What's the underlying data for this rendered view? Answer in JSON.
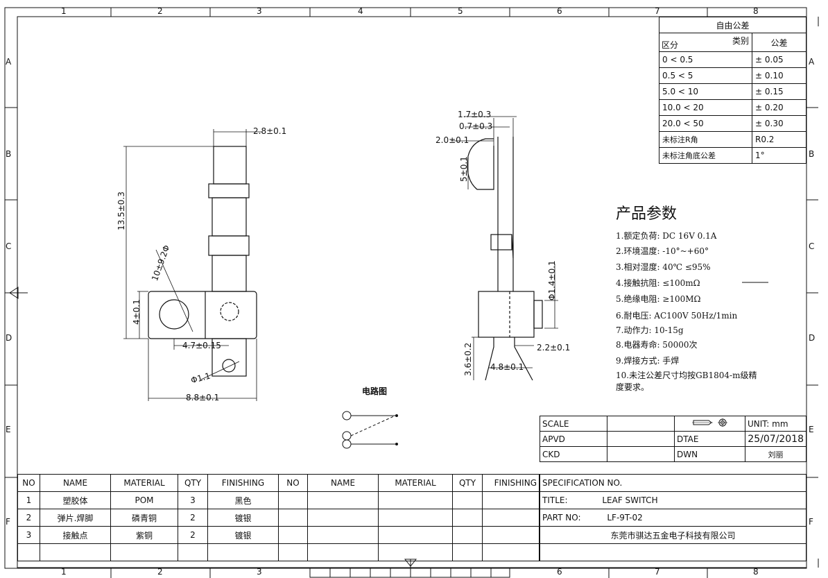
{
  "grid": {
    "cols_top": [
      "1",
      "2",
      "3",
      "4",
      "5",
      "6",
      "7",
      "8"
    ],
    "rows": [
      "A",
      "B",
      "C",
      "D",
      "E",
      "F"
    ]
  },
  "tolerance": {
    "title": "自由公差",
    "header_zone": "区分",
    "header_type": "类别",
    "header_tol": "公差",
    "rows": [
      {
        "range": "0    < 0.5",
        "tol": "± 0.05"
      },
      {
        "range": "0.5    < 5",
        "tol": "± 0.10"
      },
      {
        "range": "5.0    < 10",
        "tol": "± 0.15"
      },
      {
        "range": "10.0   < 20",
        "tol": "± 0.20"
      },
      {
        "range": "20.0   < 50",
        "tol": "± 0.30"
      }
    ],
    "r_label": "未标注R角",
    "r_value": "R0.2",
    "angle_label": "未标注角底公差",
    "angle_value": "1°"
  },
  "params": {
    "title": "产品参数",
    "items": [
      "1.额定负荷:  DC 16V 0.1A",
      "2.环境温度:  -10°~+60°",
      "3.相对湿度:  40℃  ≤95%",
      "4.接触抗阻:  ≤100mΩ",
      "5.绝缘电阻:  ≥100MΩ",
      "6.耐电压:     AC100V 50Hz/1min",
      "7.动作力:     10-15g",
      "8.电器寿命:  50000次",
      "9.焊接方式:  手焊",
      "10.未注公差尺寸均按GB1804-m级精",
      "度要求。"
    ]
  },
  "dims_left": {
    "d1": "2.8±0.1",
    "d2": "13.5±0.3",
    "d3": "10±9.2Φ",
    "d4": "4±0.1",
    "d5": "4.7±0.15",
    "d6": "Φ1.1",
    "d7": "8.8±0.1"
  },
  "dims_right": {
    "d1": "1.7±0.3",
    "d2": "0.7±0.3",
    "d3": "2.0±0.1",
    "d4": "5±0.1",
    "d5": "Φ1.4±0.1",
    "d6": "3.6±0.2",
    "d7": "4.8±0.1",
    "d8": "2.2±0.1"
  },
  "circuit_title": "电路图",
  "titleblock": {
    "scale": "SCALE",
    "unit": "UNIT: mm",
    "apvd": "APVD",
    "dtae": "DTAE",
    "date": "25/07/2018",
    "ckd": "CKD",
    "dwn": "DWN",
    "drawer": "刘丽"
  },
  "bom": {
    "headers": [
      "NO",
      "NAME",
      "MATERIAL",
      "QTY",
      "FINISHING",
      "NO",
      "NAME",
      "MATERIAL",
      "QTY",
      "FINISHING"
    ],
    "rows": [
      [
        "1",
        "塑胶体",
        "POM",
        "3",
        "黑色"
      ],
      [
        "2",
        "弹片.焊脚",
        "磷青铜",
        "2",
        "镀银"
      ],
      [
        "3",
        "接触点",
        "紫铜",
        "2",
        "镀银"
      ]
    ]
  },
  "spec": {
    "spec_no": "SPECIFICATION NO.",
    "title_label": "TITLE:",
    "title_value": "LEAF SWITCH",
    "part_label": "PART NO:",
    "part_value": "LF-9T-02",
    "company": "东莞市骐达五金电子科技有限公司"
  }
}
